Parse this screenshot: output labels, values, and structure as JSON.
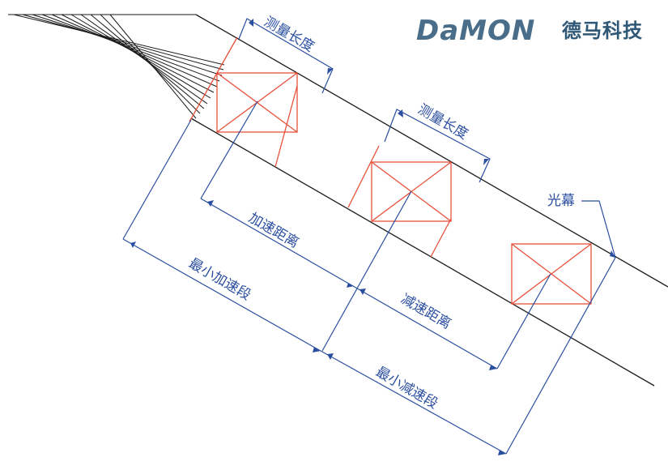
{
  "logo": {
    "en_text": "DaMON",
    "cn_text": "德马科技",
    "color_en": "#4a6e8a",
    "color_cn": "#2f5877",
    "accent": "#18a0d8"
  },
  "colors": {
    "belt": "#1a1a1a",
    "box": "#e8503a",
    "dimension": "#2b4fa0"
  },
  "labels": {
    "measure_length_1": "测量长度",
    "measure_length_2": "测量长度",
    "accel_distance": "加速距离",
    "min_accel_segment": "最小加速段",
    "decel_distance": "减速距离",
    "min_decel_segment": "最小减速段",
    "light_curtain": "光幕"
  }
}
